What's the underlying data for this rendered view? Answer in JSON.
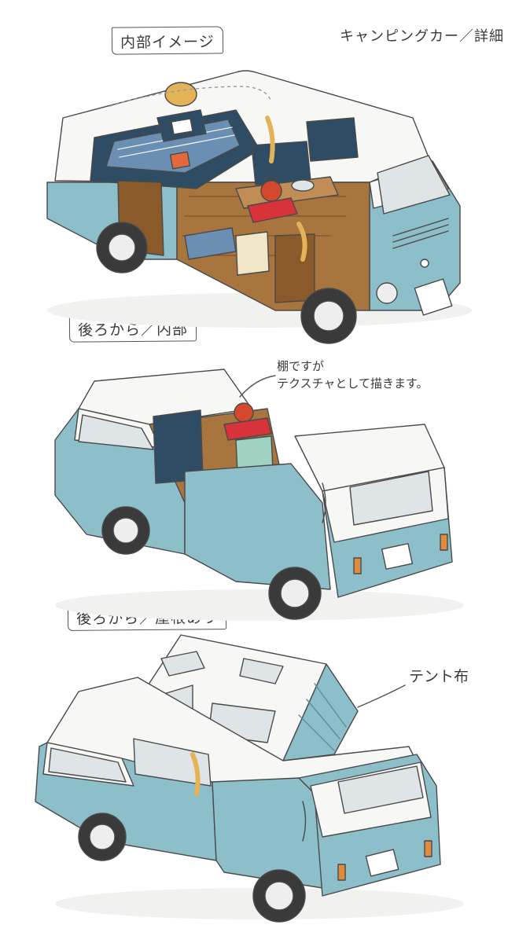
{
  "labels": {
    "interior": "内部イメージ",
    "title": "キャンピングカー／詳細",
    "rear_interior": "後ろから／内部",
    "rear_roof": "後ろから／屋根あり"
  },
  "annotations": {
    "shelf_note": "棚ですが\nテクスチャとして描きます。",
    "tent_note": "テント布"
  },
  "colors": {
    "body_blue": "#8cbfc9",
    "body_blue_dark": "#6fa6b2",
    "roof_white": "#f7f7f5",
    "wood": "#a8753f",
    "navy": "#2e4c63",
    "kettle_red": "#d4492e",
    "stove_red": "#d8323a",
    "curtain": "#e4b257",
    "outline": "#4a4a4a"
  }
}
